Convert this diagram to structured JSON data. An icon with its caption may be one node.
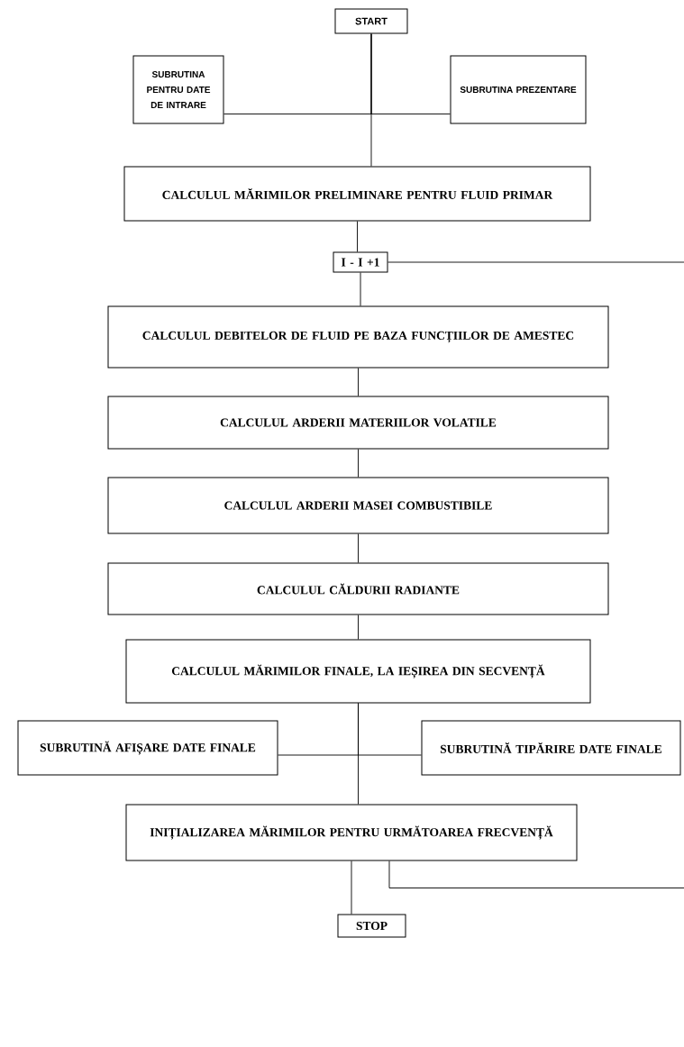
{
  "diagram": {
    "nodes": [
      {
        "text": [
          "START"
        ]
      },
      {
        "text": [
          "SUBRUTINA PENTRU DATE DE INTRARE"
        ]
      },
      {
        "text": [
          "SUBRUTINA PREZENTARE"
        ]
      },
      {
        "text": [
          "CALCULUL MĂRIMILOR PRELIMINARE PENTRU FLUID PRIMAR"
        ]
      },
      {
        "text": [
          "I - I +1"
        ]
      },
      {
        "text": [
          "CALCULUL DEBITELOR DE FLUID PE BAZA FUNCȚIILOR DE AMESTEC"
        ]
      },
      {
        "text": [
          "CALCULUL ARDERII MATERIILOR VOLATILE"
        ]
      },
      {
        "text": [
          "CALCULUL ARDERII MASEI COMBUSTIBILE"
        ]
      },
      {
        "text": [
          "CALCULUL CĂLDURII RADIANTE"
        ]
      },
      {
        "text": [
          "CALCULUL MĂRIMILOR FINALE, LA IEȘIREA DIN SECVENȚĂ"
        ]
      },
      {
        "text": [
          "SUBRUTINĂ AFIȘARE DATE FINALE"
        ]
      },
      {
        "text": [
          "SUBRUTINĂ TIPĂRIRE DATE FINALE"
        ]
      },
      {
        "text": [
          "INIȚIALIZAREA MĂRIMILOR PENTRU URMĂTOAREA FRECVENȚĂ"
        ]
      },
      {
        "text": [
          "STOP"
        ]
      }
    ],
    "edges": [
      {
        "from": 0,
        "to": 1,
        "arrow": "none"
      },
      {
        "from": 0,
        "to": 2,
        "arrow": "none"
      },
      {
        "from": 0,
        "to": 3,
        "arrow": "none"
      },
      {
        "from": 3,
        "to": 4,
        "arrow": "none"
      },
      {
        "from": 4,
        "to": null,
        "arrow": "none"
      },
      {
        "from": 4,
        "to": 5,
        "arrow": "none"
      },
      {
        "from": 5,
        "to": 6,
        "arrow": "none"
      },
      {
        "from": 6,
        "to": 7,
        "arrow": "none"
      },
      {
        "from": 7,
        "to": 8,
        "arrow": "none"
      },
      {
        "from": 8,
        "to": 9,
        "arrow": "none"
      },
      {
        "from": 9,
        "to": 10,
        "arrow": "none"
      },
      {
        "from": 9,
        "to": 11,
        "arrow": "none"
      },
      {
        "from": 9,
        "to": 12,
        "arrow": "none"
      },
      {
        "from": 12,
        "to": null,
        "arrow": "none"
      },
      {
        "from": 12,
        "to": 13,
        "arrow": "none"
      }
    ]
  }
}
